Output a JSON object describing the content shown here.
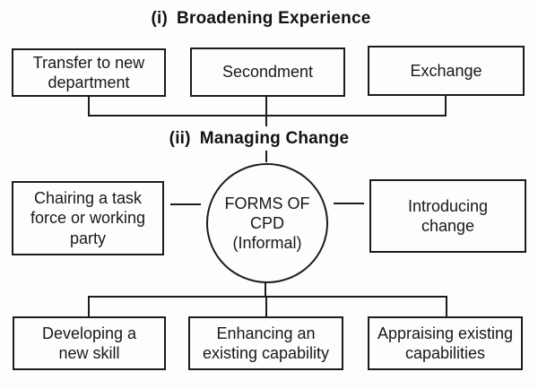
{
  "colors": {
    "background": "#fdfdfd",
    "line": "#1c1c1c",
    "text": "#181818"
  },
  "headings": [
    {
      "marker": "(i)",
      "text": "Broadening Experience"
    },
    {
      "marker": "(ii)",
      "text": "Managing Change"
    }
  ],
  "top_row": [
    {
      "lines": [
        "Transfer to new",
        "department"
      ]
    },
    {
      "lines": [
        "Secondment"
      ]
    },
    {
      "lines": [
        "Exchange"
      ]
    }
  ],
  "middle_row": {
    "left": {
      "lines": [
        "Chairing a task",
        "force or working",
        "party"
      ]
    },
    "right": {
      "lines": [
        "Introducing",
        "change"
      ]
    }
  },
  "center_circle": {
    "lines": [
      "FORMS OF",
      "CPD",
      "(Informal)"
    ]
  },
  "bottom_row": [
    {
      "lines": [
        "Developing a",
        "new skill"
      ]
    },
    {
      "lines": [
        "Enhancing an",
        "existing capability"
      ]
    },
    {
      "lines": [
        "Appraising existing",
        "capabilities"
      ]
    }
  ]
}
